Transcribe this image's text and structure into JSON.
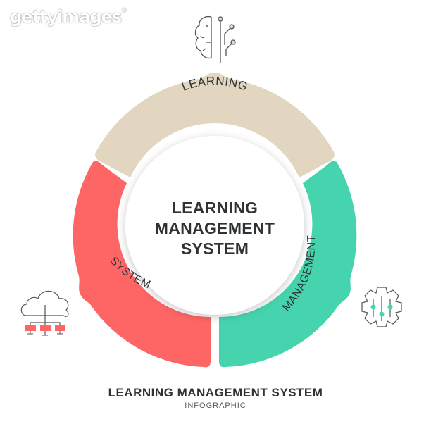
{
  "watermark": {
    "text": "gettyimages",
    "mark": "®"
  },
  "diagram": {
    "center_title_lines": [
      "LEARNING",
      "MANAGEMENT",
      "SYSTEM"
    ],
    "segments": [
      {
        "label": "LEARNING",
        "color": "#e3d6c1",
        "position": "top",
        "icon": "brain-circuit-icon"
      },
      {
        "label": "MANAGEMENT",
        "color": "#45d4ae",
        "position": "bottom-right",
        "icon": "gear-sliders-icon"
      },
      {
        "label": "SYSTEM",
        "color": "#fd6665",
        "position": "bottom-left",
        "icon": "cloud-network-icon"
      }
    ]
  },
  "footer": {
    "title": "LEARNING MANAGEMENT SYSTEM",
    "subtitle": "INFOGRAPHIC"
  }
}
